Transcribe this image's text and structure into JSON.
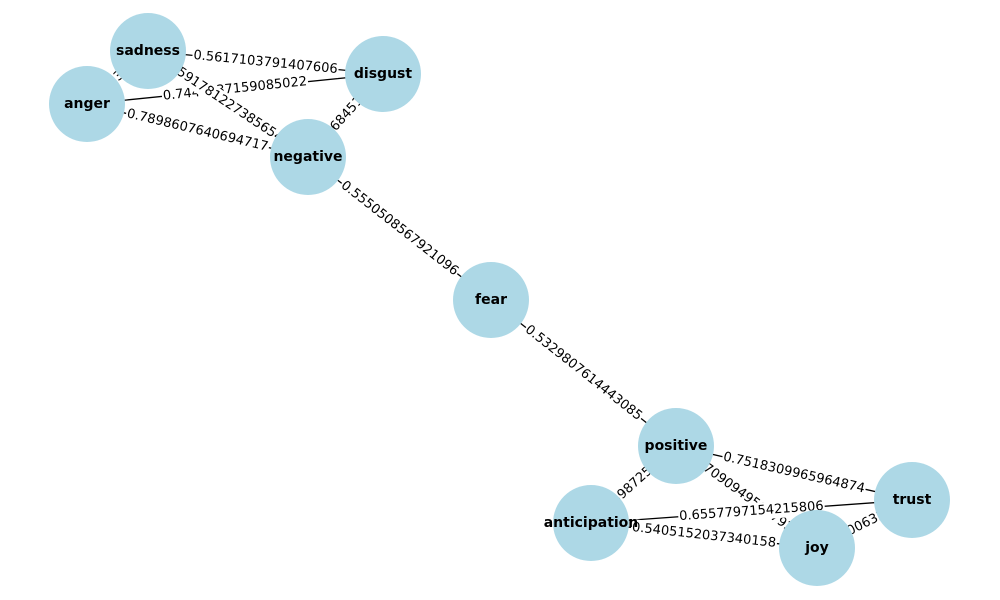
{
  "graph": {
    "node_color": "#add8e6",
    "edge_color": "#000000",
    "nodes": [
      {
        "id": "sadness",
        "label": "sadness"
      },
      {
        "id": "disgust",
        "label": "disgust"
      },
      {
        "id": "anger",
        "label": "anger"
      },
      {
        "id": "negative",
        "label": "negative"
      },
      {
        "id": "fear",
        "label": "fear"
      },
      {
        "id": "positive",
        "label": "positive"
      },
      {
        "id": "trust",
        "label": "trust"
      },
      {
        "id": "anticipation",
        "label": "anticipation"
      },
      {
        "id": "joy",
        "label": "joy"
      }
    ],
    "edges": [
      {
        "source": "sadness",
        "target": "disgust",
        "label": "0.5617103791407606"
      },
      {
        "source": "anger",
        "target": "disgust",
        "label": "0.7443337159085022"
      },
      {
        "source": "anger",
        "target": "negative",
        "label": "0.7898607640694717"
      },
      {
        "source": "sadness",
        "target": "anger",
        "label": "0.6563058367432630"
      },
      {
        "source": "sadness",
        "target": "negative",
        "label": "0.5917812273856543"
      },
      {
        "source": "disgust",
        "target": "negative",
        "label": "0.6548768451236871"
      },
      {
        "source": "negative",
        "target": "fear",
        "label": "0.5550508567921096"
      },
      {
        "source": "fear",
        "target": "positive",
        "label": "0.5329807614443085"
      },
      {
        "source": "positive",
        "target": "trust",
        "label": "0.7518309965964874"
      },
      {
        "source": "positive",
        "target": "joy",
        "label": "0.6709094959479212"
      },
      {
        "source": "positive",
        "target": "anticipation",
        "label": "0.6256498725817734"
      },
      {
        "source": "anticipation",
        "target": "trust",
        "label": "0.6557797154215806"
      },
      {
        "source": "anticipation",
        "target": "joy",
        "label": "0.5405152037340158"
      },
      {
        "source": "joy",
        "target": "trust",
        "label": "0.5995400632159547"
      }
    ]
  }
}
